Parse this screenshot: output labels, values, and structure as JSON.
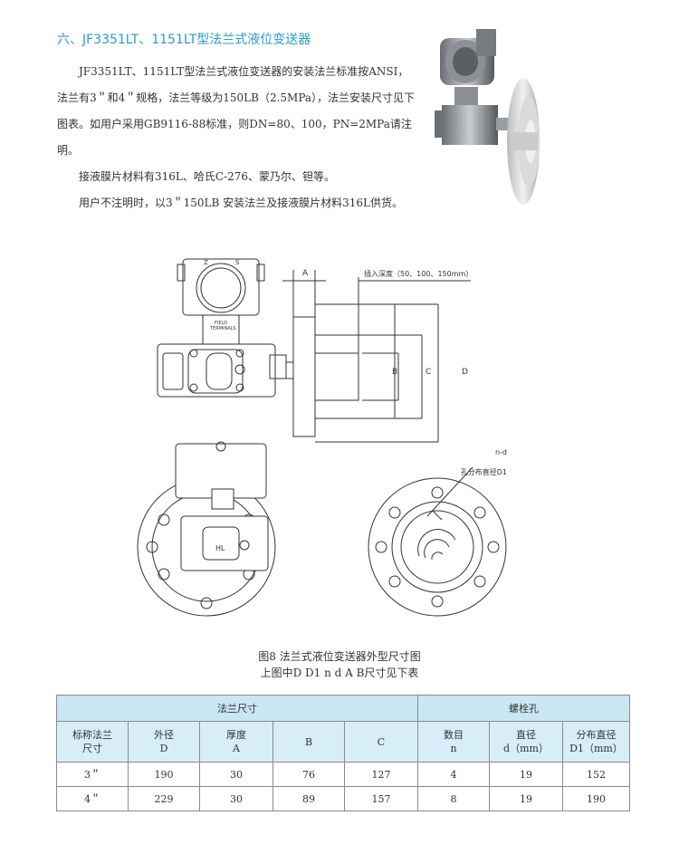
{
  "section_heading": "六、JF3351LT、1151LT型法兰式液位变送器",
  "paragraphs": [
    "JF3351LT、1151LT型法兰式液位变送器的安装法兰标准按ANSI，法兰有3＂和4＂规格，法兰等级为150LB（2.5MPa），法兰安装尺寸见下图表。如用户采用GB9116-88标准，则DN=80、100，PN=2MPa请注明。",
    "接液膜片材料有316L、哈氏C-276、蒙乃尔、钽等。",
    "用户不注明时，以3＂150LB 安装法兰及接液膜片材料316L供货。"
  ],
  "drawing": {
    "label_A": "A",
    "label_insert": "插入深度（50、100、150mm）",
    "label_B": "B",
    "label_C": "C",
    "label_D": "D",
    "label_nd": "n-d",
    "label_D1": "孔分布直径D1",
    "label_HL": "HL",
    "label_field": "FIELD",
    "label_terminals": "TERMINALS",
    "label_z": "Z",
    "label_s": "S"
  },
  "caption_line1": "图8 法兰式液位变送器外型尺寸图",
  "caption_line2": "上图中D D1 n d A B尺寸见下表",
  "table": {
    "group_flange": "法兰尺寸",
    "group_bolt": "螺栓孔",
    "headers": [
      {
        "line1": "标称法兰",
        "line2": "尺寸"
      },
      {
        "line1": "外径",
        "line2": "D"
      },
      {
        "line1": "厚度",
        "line2": "A"
      },
      {
        "line1": "B",
        "line2": ""
      },
      {
        "line1": "C",
        "line2": ""
      },
      {
        "line1": "数目",
        "line2": "n"
      },
      {
        "line1": "直径",
        "line2": "d（mm）"
      },
      {
        "line1": "分布直径",
        "line2": "D1（mm）"
      }
    ],
    "rows": [
      [
        "3＂",
        "190",
        "30",
        "76",
        "127",
        "4",
        "19",
        "152"
      ],
      [
        "4＂",
        "229",
        "30",
        "89",
        "157",
        "8",
        "19",
        "190"
      ]
    ]
  }
}
